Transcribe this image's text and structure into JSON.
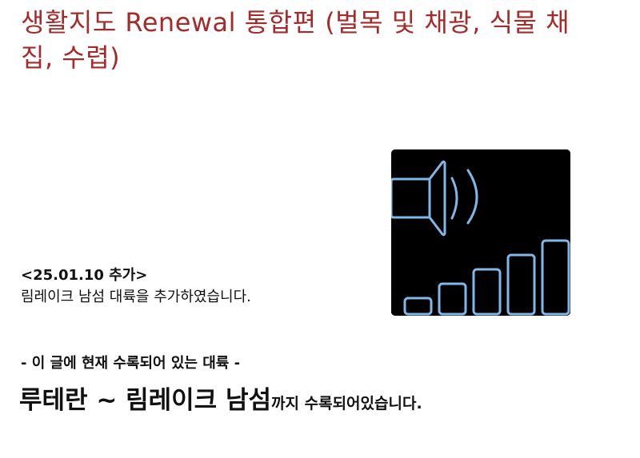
{
  "title": "생활지도 Renewal 통합편 (벌목 및 채광, 식물 채집, 수렵)",
  "update": {
    "heading": "<25.01.10 추가>",
    "body": "림레이크 남섬 대륙을 추가하였습니다."
  },
  "list": {
    "heading": "- 이 글에 현재 수록되어 있는 대륙 -",
    "range_text": "루테란 ~ 림레이크 남섬",
    "range_suffix": "까지 수록되어있습니다."
  },
  "colors": {
    "title": "#a52a2a",
    "icon_stroke": "#7fb8ea",
    "icon_background": "#000000"
  },
  "icons": {
    "image": "speaker-volume-icon"
  }
}
